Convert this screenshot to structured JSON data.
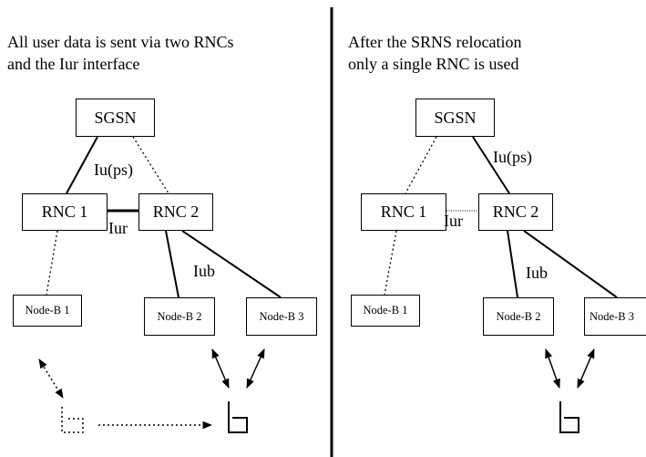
{
  "left": {
    "caption_line1": "All user data is sent via two RNCs",
    "caption_line2": "and the Iur interface",
    "sgsn": "SGSN",
    "rnc1": "RNC 1",
    "rnc2": "RNC 2",
    "nodeb1": "Node-B 1",
    "nodeb2": "Node-B 2",
    "nodeb3": "Node-B 3",
    "iu_label": "Iu(ps)",
    "iur_label": "Iur",
    "iub_label": "Iub"
  },
  "right": {
    "caption_line1": "After the SRNS relocation",
    "caption_line2": "only a single RNC is used",
    "sgsn": "SGSN",
    "rnc1": "RNC 1",
    "rnc2": "RNC 2",
    "nodeb1": "Node-B 1",
    "nodeb2": "Node-B 2",
    "nodeb3": "Node-B 3",
    "iu_label": "Iu(ps)",
    "iur_label": "Iur",
    "iub_label": "Iub"
  }
}
